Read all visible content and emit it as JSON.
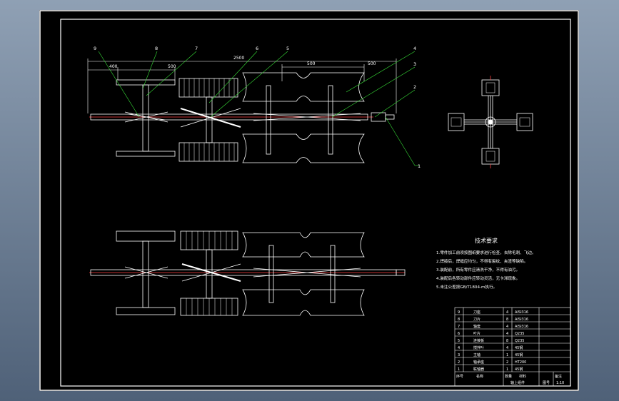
{
  "drawing": {
    "balloons": [
      "1",
      "2",
      "3",
      "4",
      "5",
      "6",
      "7",
      "8",
      "9"
    ],
    "dimensions": {
      "overall": "2500",
      "seg1": "400",
      "seg2": "500",
      "seg3": "500",
      "seg4": "500"
    },
    "notes_title": "技术要求",
    "notes": [
      "1.零件加工前须按图纸要求进行检查，去除毛刺、飞边。",
      "2.焊接后，焊缝应均匀，不得有裂纹、夹渣等缺陷。",
      "3.装配前，所有零件应清洗干净，不得有油污。",
      "4.装配后各转动部件应转动灵活，无卡滞现象。",
      "5.未注公差按GB/T1804-m执行。"
    ],
    "bom_rows": [
      [
        "9",
        "刀座",
        "4",
        "AISI316",
        ""
      ],
      [
        "8",
        "刀片",
        "8",
        "AISI316",
        ""
      ],
      [
        "7",
        "轴套",
        "4",
        "AISI316",
        ""
      ],
      [
        "6",
        "叶片",
        "4",
        "Q235",
        ""
      ],
      [
        "5",
        "连接板",
        "8",
        "Q235",
        ""
      ],
      [
        "4",
        "搅拌叶",
        "4",
        "45钢",
        ""
      ],
      [
        "3",
        "主轴",
        "1",
        "45钢",
        ""
      ],
      [
        "2",
        "轴承座",
        "2",
        "HT200",
        ""
      ],
      [
        "1",
        "联轴器",
        "1",
        "45钢",
        ""
      ]
    ],
    "bom_header": [
      "序号",
      "名称",
      "数量",
      "材料",
      "备注"
    ],
    "title_block": {
      "name": "轴上组件",
      "scale": "1:10",
      "sheet_label": "图号"
    }
  }
}
